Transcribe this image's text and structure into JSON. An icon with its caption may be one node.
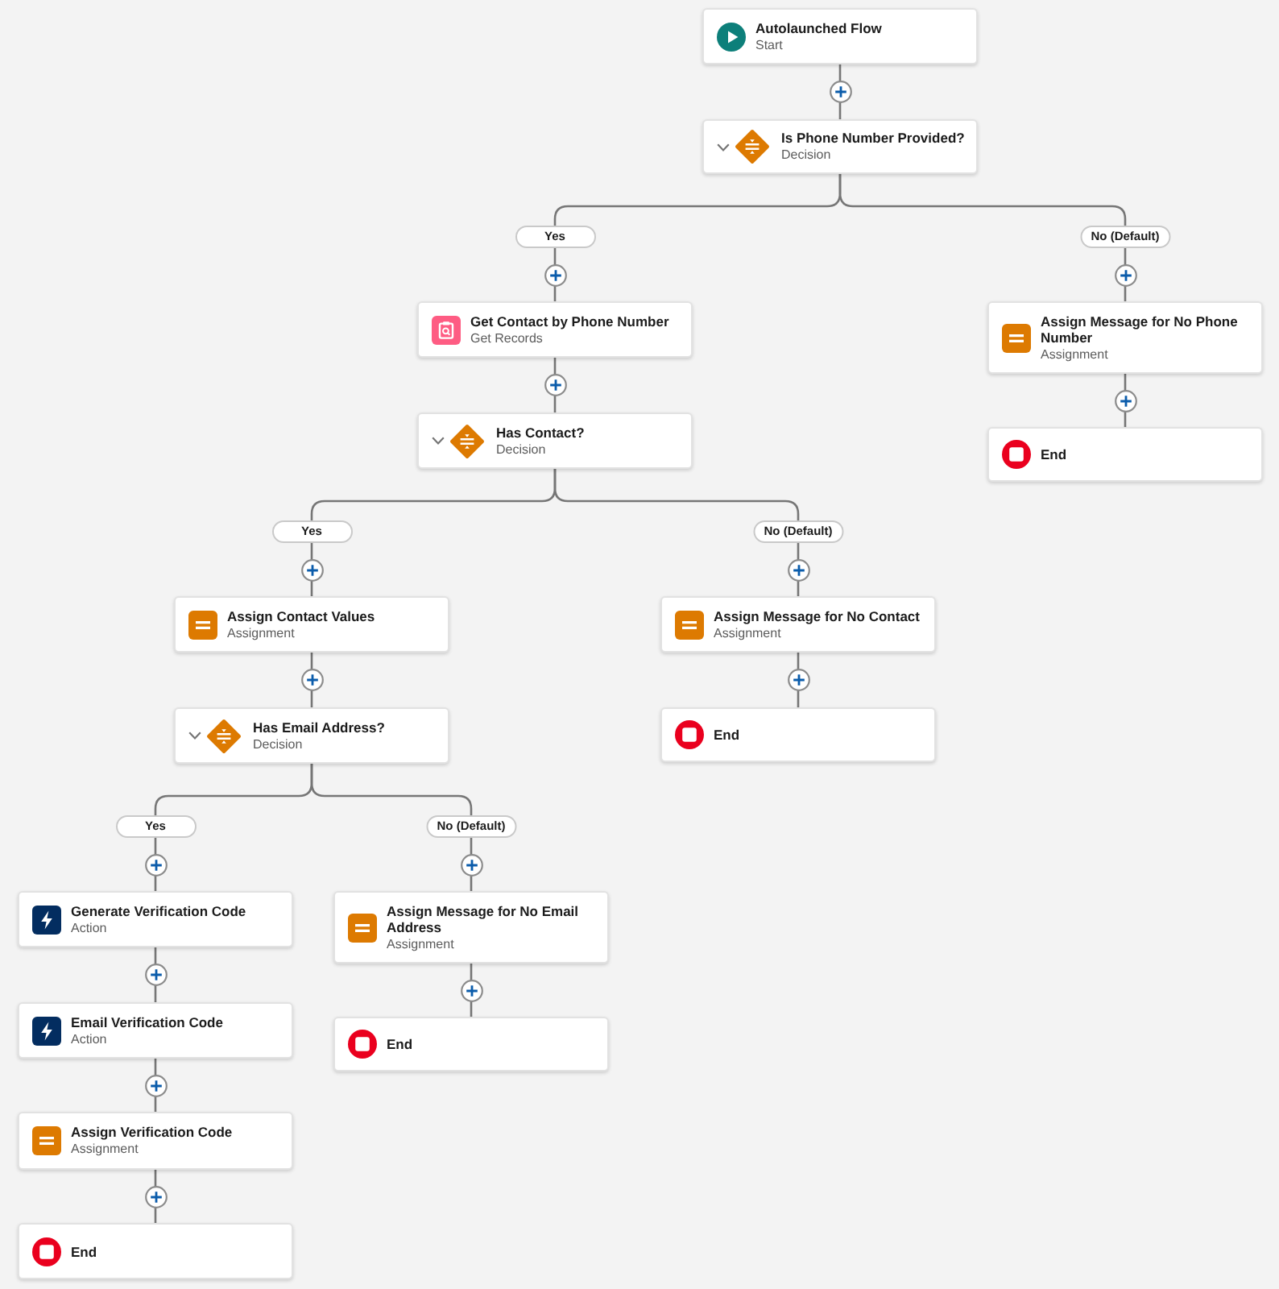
{
  "diagram": {
    "nodes": [
      {
        "text": [
          "Autolaunched Flow",
          "Start"
        ]
      },
      {
        "text": [
          "Is Phone Number Provided?",
          "Decision"
        ]
      },
      {
        "text": [
          "Get Contact by Phone Number",
          "Get Records"
        ]
      },
      {
        "text": [
          "Assign Message for No Phone Number",
          "Assignment"
        ]
      },
      {
        "text": [
          "Has Contact?",
          "Decision"
        ]
      },
      {
        "text": [
          "End"
        ]
      },
      {
        "text": [
          "Assign Contact Values",
          "Assignment"
        ]
      },
      {
        "text": [
          "Assign Message for No Contact",
          "Assignment"
        ]
      },
      {
        "text": [
          "Has Email Address?",
          "Decision"
        ]
      },
      {
        "text": [
          "End"
        ]
      },
      {
        "text": [
          "Generate Verification Code",
          "Action"
        ]
      },
      {
        "text": [
          "Assign Message for No Email Address",
          "Assignment"
        ]
      },
      {
        "text": [
          "Email Verification Code",
          "Action"
        ]
      },
      {
        "text": [
          "End"
        ]
      },
      {
        "text": [
          "Assign Verification Code",
          "Assignment"
        ]
      },
      {
        "text": [
          "End"
        ]
      }
    ],
    "edges": [
      {
        "from": 0,
        "to": 1,
        "arrow": "none"
      },
      {
        "from": 1,
        "to": 2,
        "arrow": "none",
        "label": "Yes"
      },
      {
        "from": 1,
        "to": 3,
        "arrow": "none",
        "label": "No (Default)"
      },
      {
        "from": 2,
        "to": 4,
        "arrow": "none"
      },
      {
        "from": 3,
        "to": 5,
        "arrow": "none"
      },
      {
        "from": 4,
        "to": 6,
        "arrow": "none",
        "label": "Yes"
      },
      {
        "from": 4,
        "to": 7,
        "arrow": "none",
        "label": "No (Default)"
      },
      {
        "from": 6,
        "to": 8,
        "arrow": "none"
      },
      {
        "from": 7,
        "to": 9,
        "arrow": "none"
      },
      {
        "from": 8,
        "to": 10,
        "arrow": "none",
        "label": "Yes"
      },
      {
        "from": 8,
        "to": 11,
        "arrow": "none",
        "label": "No (Default)"
      },
      {
        "from": 10,
        "to": 12,
        "arrow": "none"
      },
      {
        "from": 11,
        "to": 13,
        "arrow": "none"
      },
      {
        "from": 12,
        "to": 14,
        "arrow": "none"
      },
      {
        "from": 14,
        "to": 15,
        "arrow": "none"
      }
    ]
  }
}
